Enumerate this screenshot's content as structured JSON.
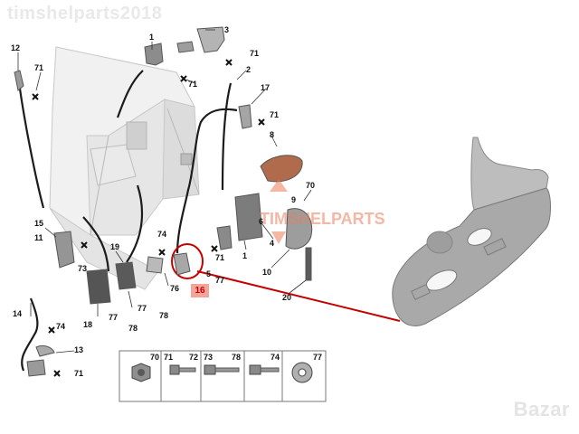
{
  "watermark": "timshelparts2018",
  "center_logo": "TIMSHELPARTS",
  "brand": "Bazar",
  "highlight": {
    "callout": "16",
    "color": "#c40000",
    "fill": "#f3a59a"
  },
  "callouts": {
    "c12": "12",
    "c71a": "71",
    "c1": "1",
    "c3": "3",
    "c71b": "71",
    "c71c": "71",
    "c2": "2",
    "c17": "17",
    "c71d": "71",
    "c8": "8",
    "c70": "70",
    "c9": "9",
    "c6": "6",
    "c4": "4",
    "c10": "10",
    "c20": "20",
    "c15": "15",
    "c11": "11",
    "c73": "73",
    "c19": "19",
    "c18": "18",
    "c77a": "77",
    "c77b": "77",
    "c78a": "78",
    "c78b": "78",
    "c74a": "74",
    "c76": "76",
    "c5": "5",
    "c71e": "71",
    "c77c": "77",
    "c14": "14",
    "c74b": "74",
    "c13": "13",
    "c71f": "71"
  },
  "legend": [
    "70",
    "71",
    "72",
    "73",
    "78",
    "74",
    "77"
  ]
}
